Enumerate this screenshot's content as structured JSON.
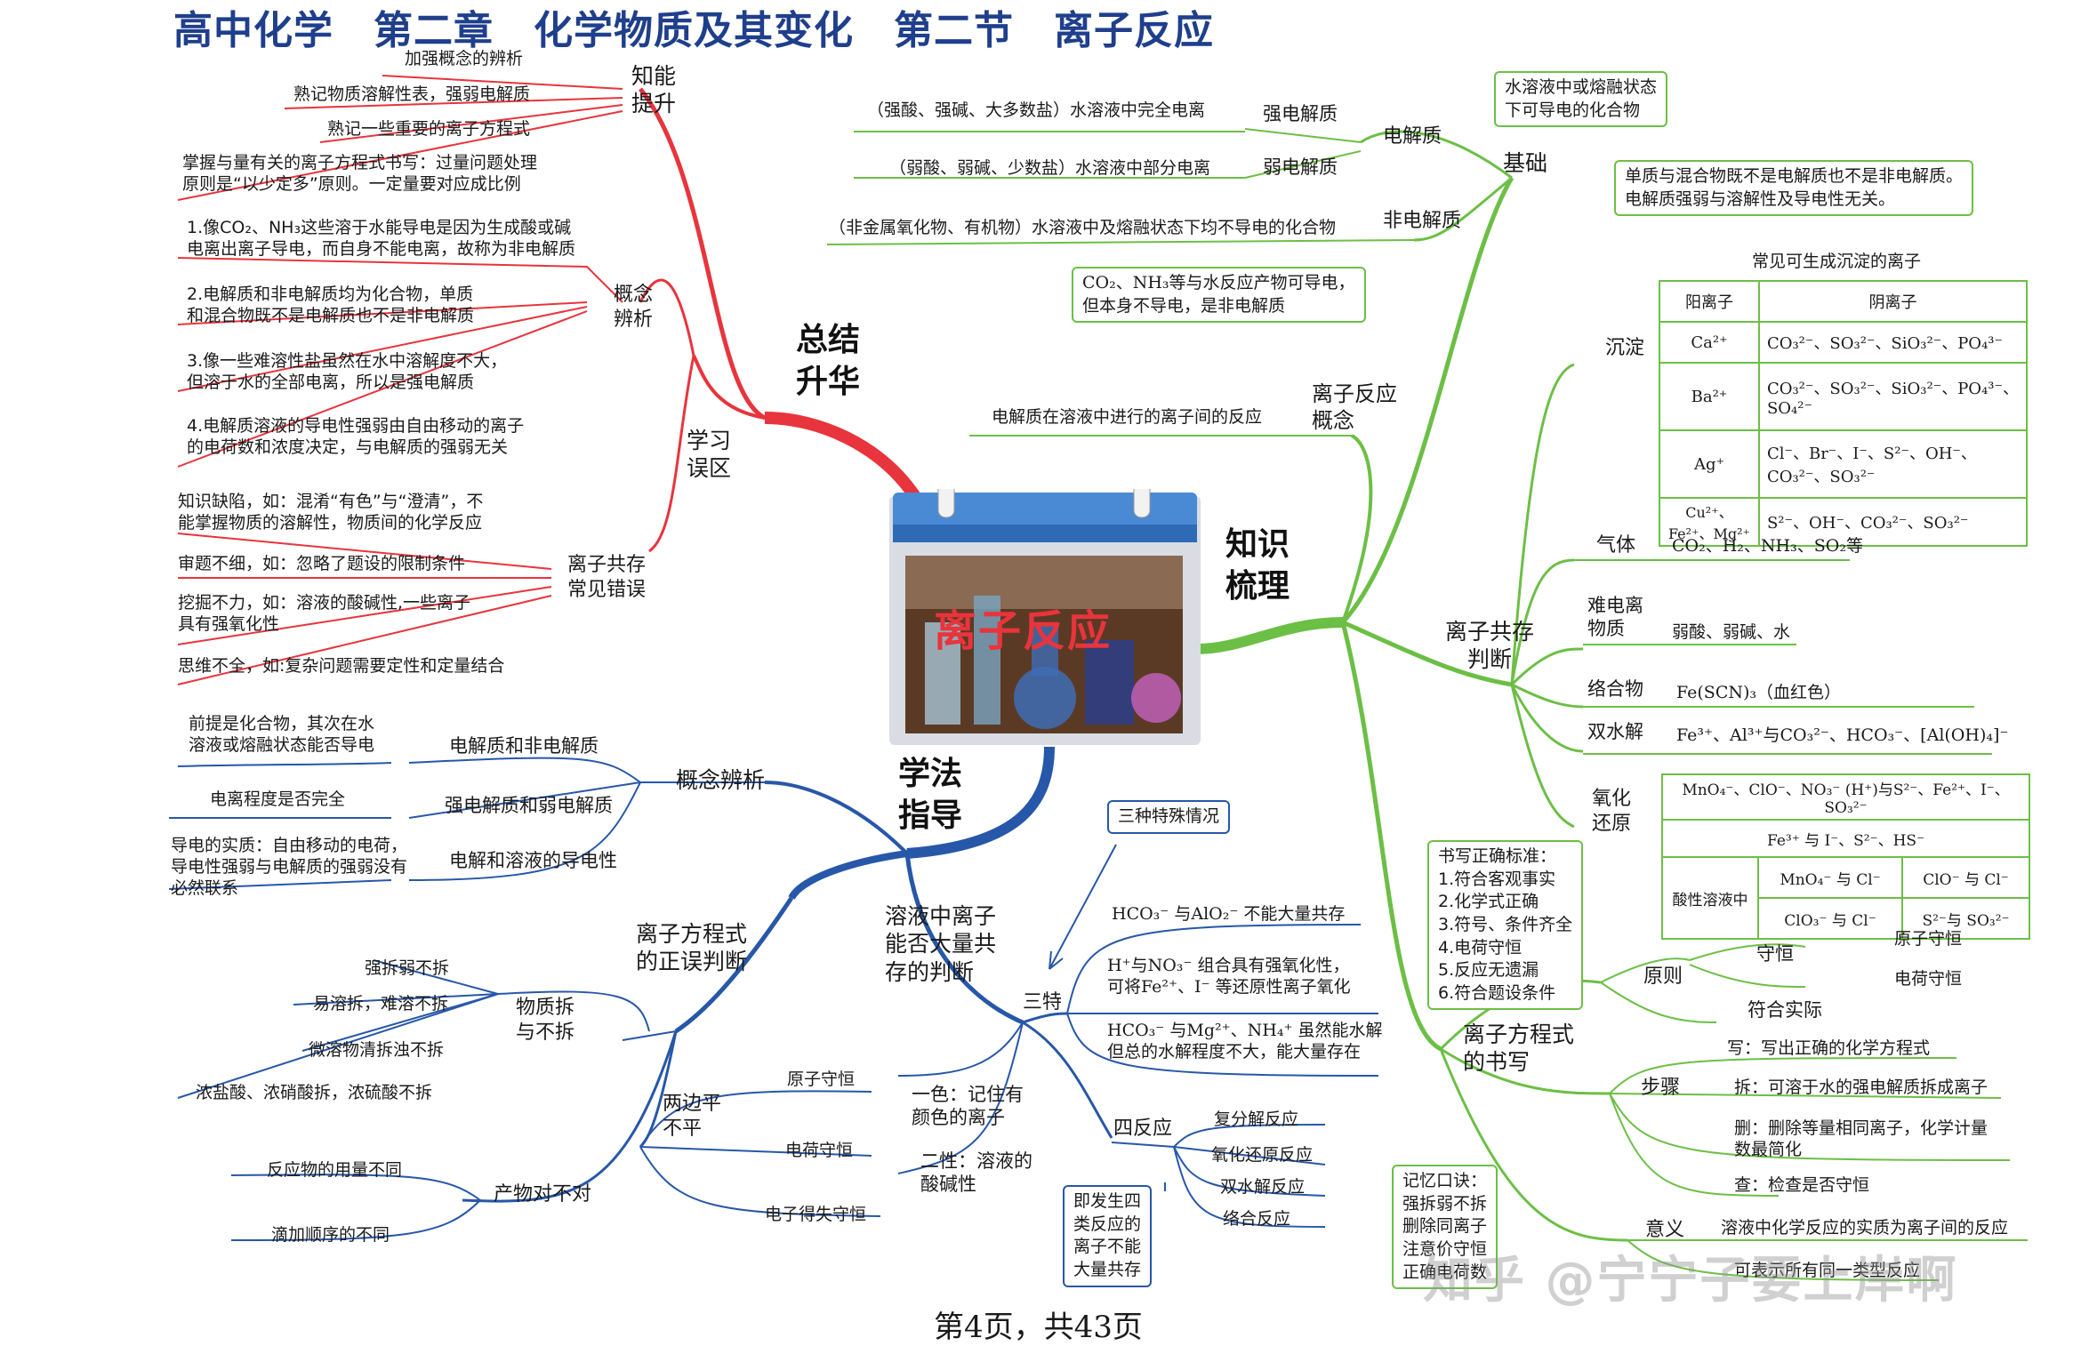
{
  "title": "高中化学　第二章　化学物质及其变化　第二节　离子反应",
  "center_label": "离子反应",
  "footer": "第4页，共43页",
  "watermark": "知乎 @宁宁子要上岸啊",
  "colors": {
    "red": "#e8343c",
    "green": "#6cbf45",
    "blue": "#2757a8",
    "title": "#1f3f8c"
  },
  "summary": {
    "branch": "总结\n升华",
    "improve": {
      "label": "知能\n提升",
      "items": [
        "加强概念的辨析",
        "熟记物质溶解性表，强弱电解质",
        "熟记一些重要的离子方程式",
        "掌握与量有关的离子方程式书写：过量问题处理\n原则是“以少定多”原则。一定量要对应成比例"
      ]
    },
    "mistakes": {
      "label": "学习\n误区",
      "concept": {
        "label": "概念\n辨析",
        "items": [
          "1.像CO₂、NH₃这些溶于水能导电是因为生成酸或碱\n电离出离子导电，而自身不能电离，故称为非电解质",
          "2.电解质和非电解质均为化合物，单质\n和混合物既不是电解质也不是非电解质",
          "3.像一些难溶性盐虽然在水中溶解度不大，\n但溶于水的全部电离，所以是强电解质",
          "4.电解质溶液的导电性强弱由自由移动的离子\n的电荷数和浓度决定，与电解质的强弱无关"
        ]
      },
      "coexist": {
        "label": "离子共存\n常见错误",
        "items": [
          "知识缺陷，如：混淆“有色”与“澄清”，不\n能掌握物质的溶解性，物质间的化学反应",
          "审题不细，如：忽略了题设的限制条件",
          "挖掘不力，如：溶液的酸碱性,一些离子\n具有强氧化性",
          "思维不全，如:复杂问题需要定性和定量结合"
        ]
      }
    }
  },
  "method": {
    "branch": "学法\n指导",
    "concept": {
      "label": "概念辨析",
      "items": [
        {
          "label": "电解质和非电解质",
          "note": "前提是化合物，其次在水\n溶液或熔融状态能否导电"
        },
        {
          "label": "强电解质和弱电解质",
          "note": "电离程度是否完全"
        },
        {
          "label": "电解和溶液的导电性",
          "note": "导电的实质：自由移动的电荷，\n导电性强弱与电解质的强弱没有\n必然联系"
        }
      ]
    },
    "equation": {
      "label": "离子方程式\n的正误判断",
      "split": {
        "label": "物质拆\n与不拆",
        "items": [
          "强拆弱不拆",
          "易溶拆，难溶不拆",
          "微溶物清拆浊不拆",
          "浓盐酸、浓硝酸拆，浓硫酸不拆"
        ]
      },
      "balance": {
        "label": "两边平\n不平",
        "items": [
          "原子守恒",
          "电荷守恒",
          "电子得失守恒"
        ]
      },
      "product": {
        "label": "产物对不对",
        "items": [
          "反应物的用量不同",
          "滴加顺序的不同"
        ]
      }
    },
    "coexist": {
      "label": "溶液中离子\n能否大量共\n存的判断",
      "color": "一色：记住有\n颜色的离子",
      "acid": "二性：溶液的\n酸碱性",
      "three": {
        "label": "三特",
        "special": "三种特殊情况",
        "items": [
          "HCO₃⁻ 与AlO₂⁻ 不能大量共存",
          "H⁺与NO₃⁻ 组合具有强氧化性，\n可将Fe²⁺、I⁻ 等还原性离子氧化",
          "HCO₃⁻ 与Mg²⁺、NH₄⁺ 虽然能水解\n但总的水解程度不大，能大量存在"
        ]
      },
      "four": {
        "label": "四反应",
        "note": "即发生四\n类反应的\n离子不能\n大量共存",
        "items": [
          "复分解反应",
          "氧化还原反应",
          "双水解反应",
          "络合反应"
        ]
      }
    }
  },
  "knowledge": {
    "branch": "知识\n梳理",
    "basic": {
      "label": "基础",
      "electrolyte": {
        "label": "电解质",
        "note": "水溶液中或熔融状态\n下可导电的化合物",
        "strong": {
          "label": "强电解质",
          "desc": "（强酸、强碱、大多数盐）水溶液中完全电离"
        },
        "weak": {
          "label": "弱电解质",
          "desc": "（弱酸、弱碱、少数盐）水溶液中部分电离"
        }
      },
      "non": {
        "label": "非电解质",
        "desc": "（非金属氧化物、有机物）水溶液中及熔融状态下均不导电的化合物",
        "note": "CO₂、NH₃等与水反应产物可导电，\n但本身不导电，是非电解质"
      },
      "note": "单质与混合物既不是电解质也不是非电解质。\n电解质强弱与溶解性及导电性无关。"
    },
    "concept": {
      "label": "离子反应\n概念",
      "desc": "电解质在溶液中进行的离子间的反应"
    },
    "coexist": {
      "label": "离子共存\n判断",
      "precip": {
        "label": "沉淀",
        "caption": "常见可生成沉淀的离子",
        "headers": [
          "阳离子",
          "阴离子"
        ],
        "rows": [
          [
            "Ca²⁺",
            "CO₃²⁻、SO₃²⁻、SiO₃²⁻、PO₄³⁻"
          ],
          [
            "Ba²⁺",
            "CO₃²⁻、SO₃²⁻、SiO₃²⁻、PO₄³⁻、\nSO₄²⁻"
          ],
          [
            "Ag⁺",
            "Cl⁻、Br⁻、I⁻、S²⁻、OH⁻、\nCO₃²⁻、SO₃²⁻"
          ],
          [
            "Cu²⁺、Fe²⁺、Mg²⁺",
            "S²⁻、OH⁻、CO₃²⁻、SO₃²⁻"
          ]
        ]
      },
      "gas": {
        "label": "气体",
        "desc": "CO₂、H₂、NH₃、SO₂等"
      },
      "weak": {
        "label": "难电离\n物质",
        "desc": "弱酸、弱碱、水"
      },
      "complex": {
        "label": "络合物",
        "desc": "Fe(SCN)₃（血红色）"
      },
      "hydro": {
        "label": "双水解",
        "desc": "Fe³⁺、Al³⁺与CO₃²⁻、HCO₃⁻、[Al(OH)₄]⁻"
      },
      "redox": {
        "label": "氧化\n还原",
        "row1": "MnO₄⁻、ClO⁻、NO₃⁻ (H⁺)与S²⁻、Fe²⁺、I⁻、SO₃²⁻",
        "row2": "Fe³⁺ 与 I⁻、S²⁻、HS⁻",
        "acid_label": "酸性溶液中",
        "cells": [
          "MnO₄⁻ 与 Cl⁻",
          "ClO⁻ 与 Cl⁻",
          "ClO₃⁻ 与 Cl⁻",
          "S²⁻与 SO₃²⁻"
        ]
      }
    },
    "equation": {
      "label": "离子方程式\n的书写",
      "criteria": "书写正确标准：\n1.符合客观事实\n2.化学式正确\n3.符号、条件齐全\n4.电荷守恒\n5.反应无遗漏\n6.符合题设条件",
      "principle": {
        "label": "原则",
        "conserve": "守恒",
        "conserve_items": [
          "原子守恒",
          "电荷守恒"
        ],
        "fact": "符合实际"
      },
      "steps": {
        "label": "步骤",
        "items": [
          "写：写出正确的化学方程式",
          "拆：可溶于水的强电解质拆成离子",
          "删：删除等量相同离子，化学计量\n数最简化",
          "查：检查是否守恒"
        ]
      },
      "mnemonic": "记忆口诀：\n强拆弱不拆\n删除同离子\n注意价守恒\n正确电荷数",
      "meaning": {
        "label": "意义",
        "items": [
          "溶液中化学反应的实质为离子间的反应",
          "可表示所有同一类型反应"
        ]
      }
    }
  }
}
